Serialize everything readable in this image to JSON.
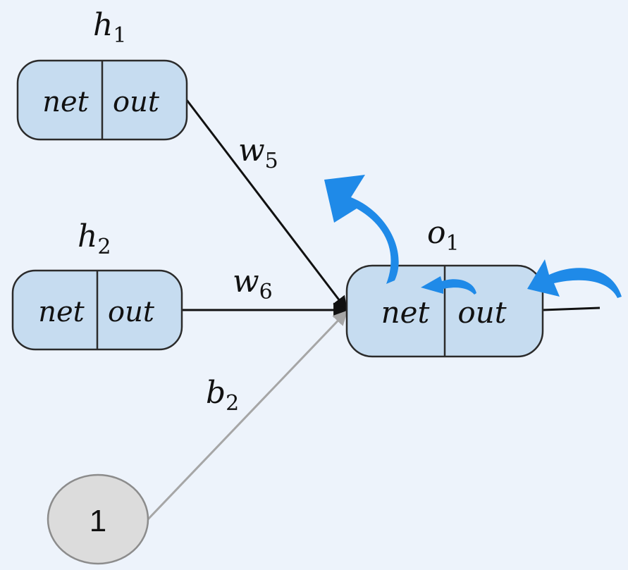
{
  "colors": {
    "background": "#edf3fb",
    "neuron_fill": "#c6dcf0",
    "neuron_stroke": "#2b2b2b",
    "bias_fill": "#dcdcdc",
    "bias_edge": "#a6a6a6",
    "weight_edge": "#111111",
    "backprop_arrow": "#1f8ae8"
  },
  "neurons": {
    "h1": {
      "name": "h",
      "sub": "1",
      "left": "net",
      "right": "out"
    },
    "h2": {
      "name": "h",
      "sub": "2",
      "left": "net",
      "right": "out"
    },
    "o1": {
      "name": "o",
      "sub": "1",
      "left": "net",
      "right": "out"
    }
  },
  "bias_node": {
    "label": "1"
  },
  "edges": {
    "w5": {
      "name": "w",
      "sub": "5"
    },
    "w6": {
      "name": "w",
      "sub": "6"
    },
    "b2": {
      "name": "b",
      "sub": "2"
    }
  },
  "arrows": [
    "backprop-arrow-incoming",
    "backprop-arrow-out-to-net",
    "backprop-arrow-outgoing"
  ]
}
